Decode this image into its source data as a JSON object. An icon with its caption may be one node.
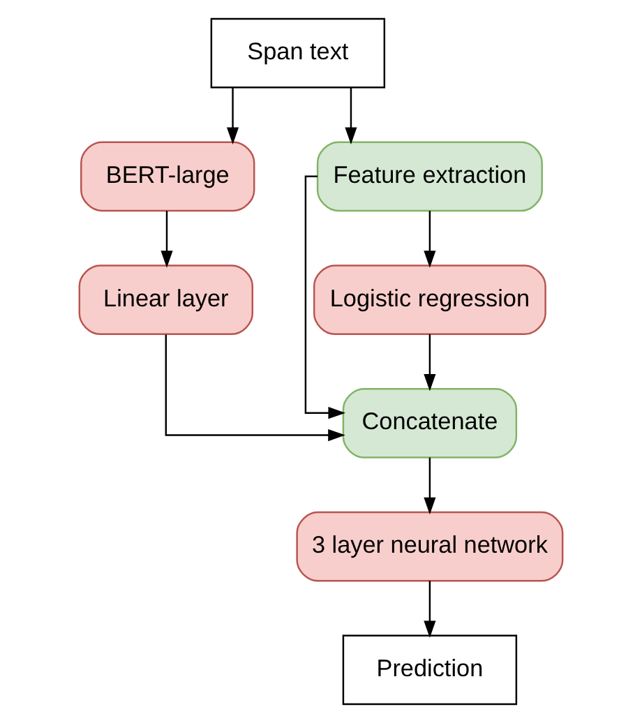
{
  "diagram": {
    "nodes": [
      {
        "text": [
          "Span text"
        ]
      },
      {
        "text": [
          "BERT-large"
        ]
      },
      {
        "text": [
          "Feature extraction"
        ]
      },
      {
        "text": [
          "Linear layer"
        ]
      },
      {
        "text": [
          "Logistic regression"
        ]
      },
      {
        "text": [
          "Concatenate"
        ]
      },
      {
        "text": [
          "3 layer neural network"
        ]
      },
      {
        "text": [
          "Prediction"
        ]
      }
    ],
    "edges": [
      {
        "from": 0,
        "to": 1,
        "arrow": "to"
      },
      {
        "from": 0,
        "to": 2,
        "arrow": "to"
      },
      {
        "from": 1,
        "to": 3,
        "arrow": "to"
      },
      {
        "from": 2,
        "to": 4,
        "arrow": "to"
      },
      {
        "from": 2,
        "to": 5,
        "arrow": "to"
      },
      {
        "from": 3,
        "to": 5,
        "arrow": "to"
      },
      {
        "from": 4,
        "to": 5,
        "arrow": "to"
      },
      {
        "from": 5,
        "to": 6,
        "arrow": "to"
      },
      {
        "from": 6,
        "to": 7,
        "arrow": "to"
      }
    ]
  }
}
